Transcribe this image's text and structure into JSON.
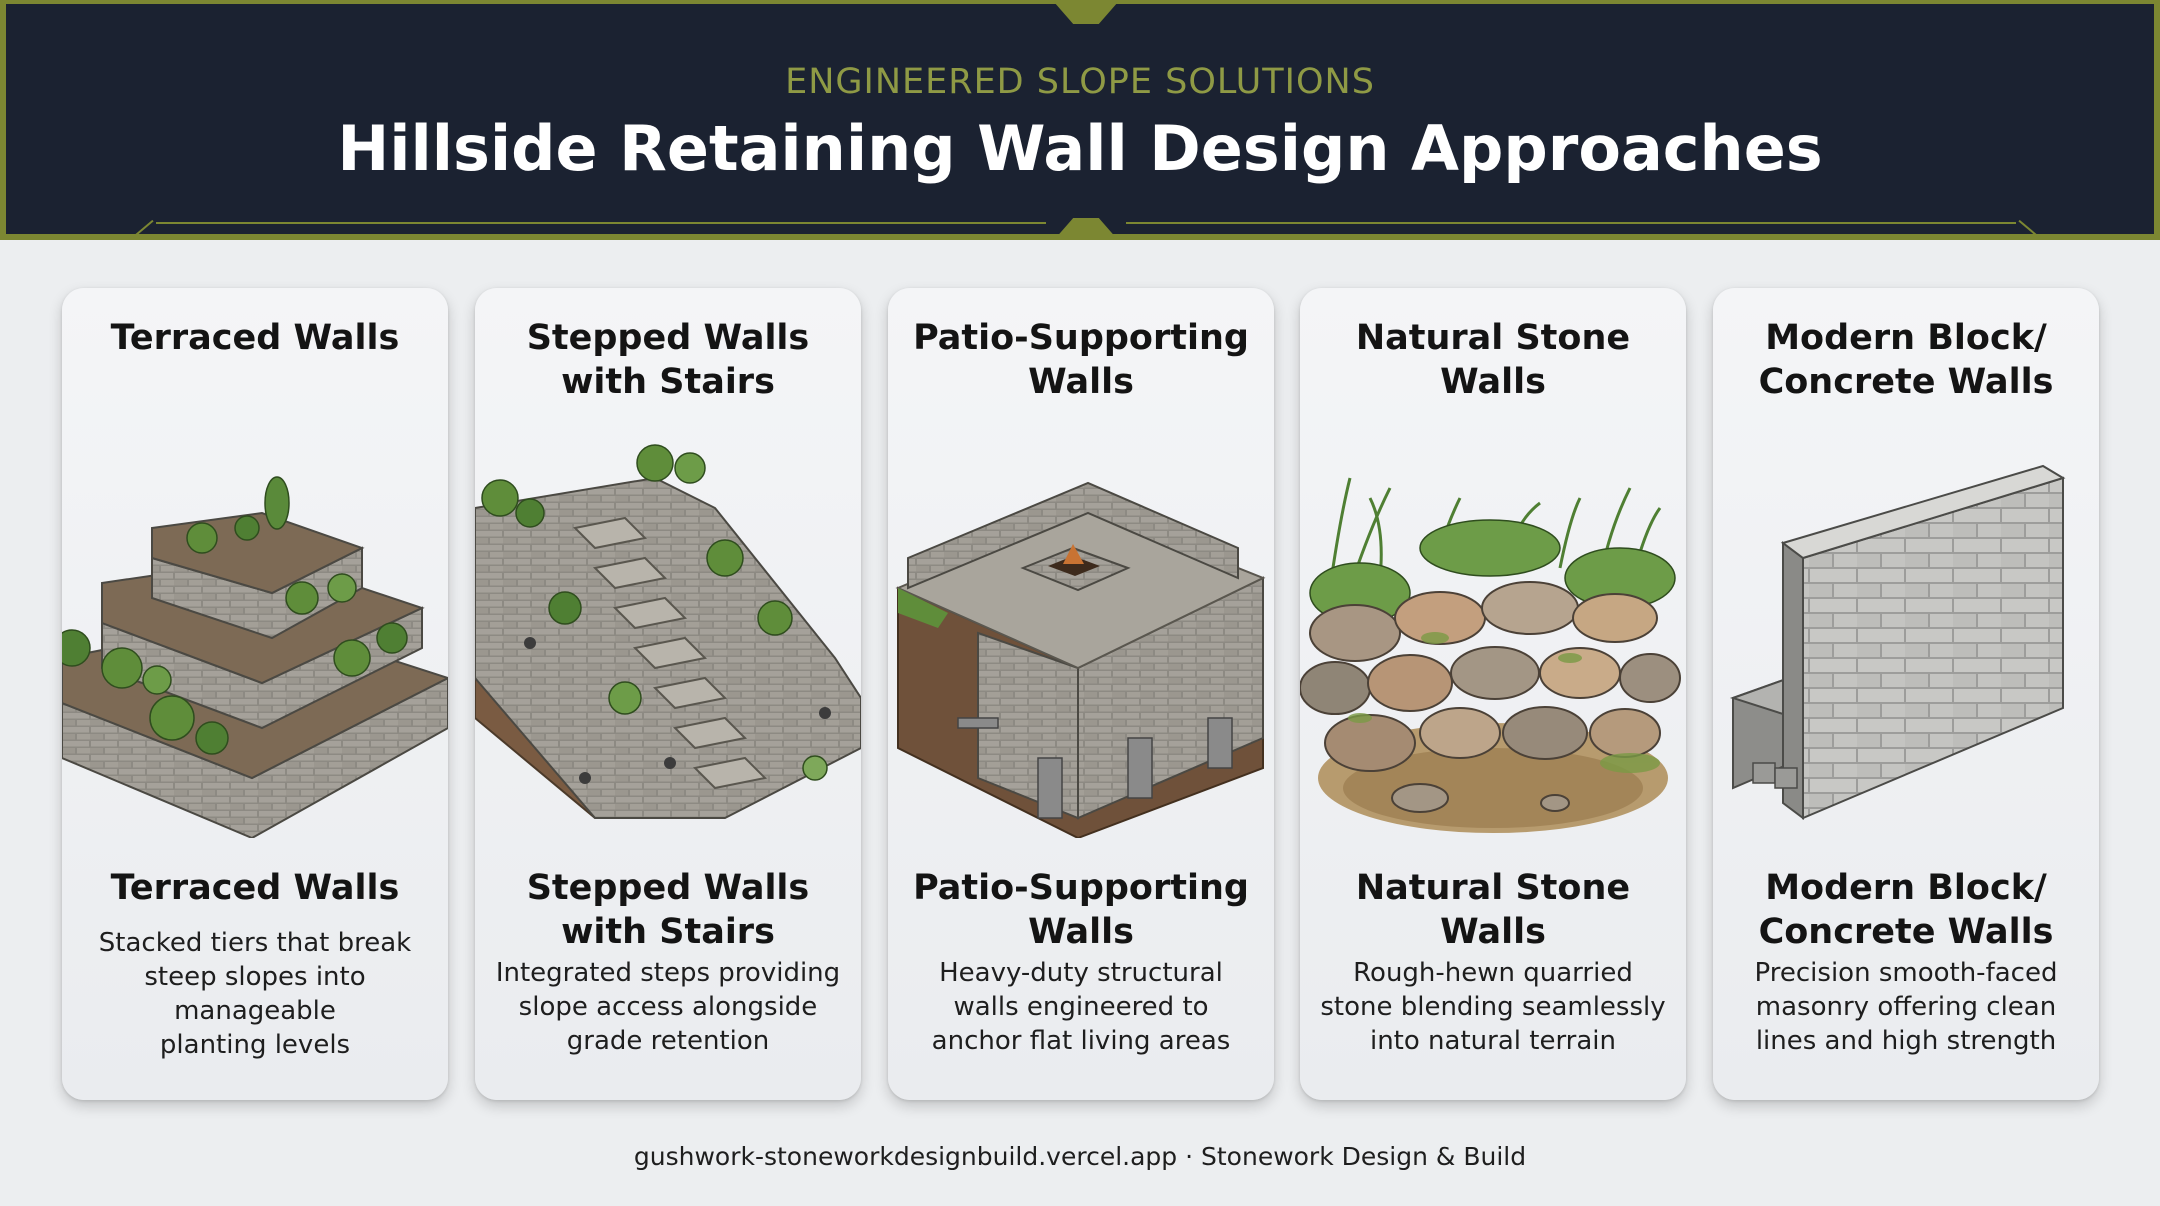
{
  "header": {
    "eyebrow": "ENGINEERED SLOPE SOLUTIONS",
    "title": "Hillside Retaining Wall Design Approaches"
  },
  "cards": [
    {
      "top_title": "Terraced Walls",
      "bottom_title": "Terraced Walls",
      "description": "Stacked tiers that break\nsteep slopes into\nmanageable\nplanting levels",
      "illustration": "terraced-wall-illustration"
    },
    {
      "top_title": "Stepped Walls\nwith Stairs",
      "bottom_title": "Stepped Walls\nwith Stairs",
      "description": "Integrated steps providing\nslope access alongside\ngrade retention",
      "illustration": "stepped-wall-stairs-illustration"
    },
    {
      "top_title": "Patio-Supporting\nWalls",
      "bottom_title": "Patio-Supporting\nWalls",
      "description": "Heavy-duty structural\nwalls engineered to\nanchor flat living areas",
      "illustration": "patio-wall-illustration"
    },
    {
      "top_title": "Natural Stone\nWalls",
      "bottom_title": "Natural Stone\nWalls",
      "description": "Rough-hewn quarried\nstone blending seamlessly\ninto natural terrain",
      "illustration": "natural-stone-wall-illustration"
    },
    {
      "top_title": "Modern Block/\nConcrete Walls",
      "bottom_title": "Modern Block/\nConcrete Walls",
      "description": "Precision smooth-faced\nmasonry offering clean\nlines and high strength",
      "illustration": "concrete-block-wall-illustration"
    }
  ],
  "footer": {
    "text": "gushwork-stoneworkdesignbuild.vercel.app · Stonework Design & Build"
  },
  "colors": {
    "header_bg": "#1b2231",
    "accent_olive": "#7c8732",
    "eyebrow": "#8f9a45",
    "page_bg": "#eceef0",
    "card_bg": "#f4f5f7"
  }
}
